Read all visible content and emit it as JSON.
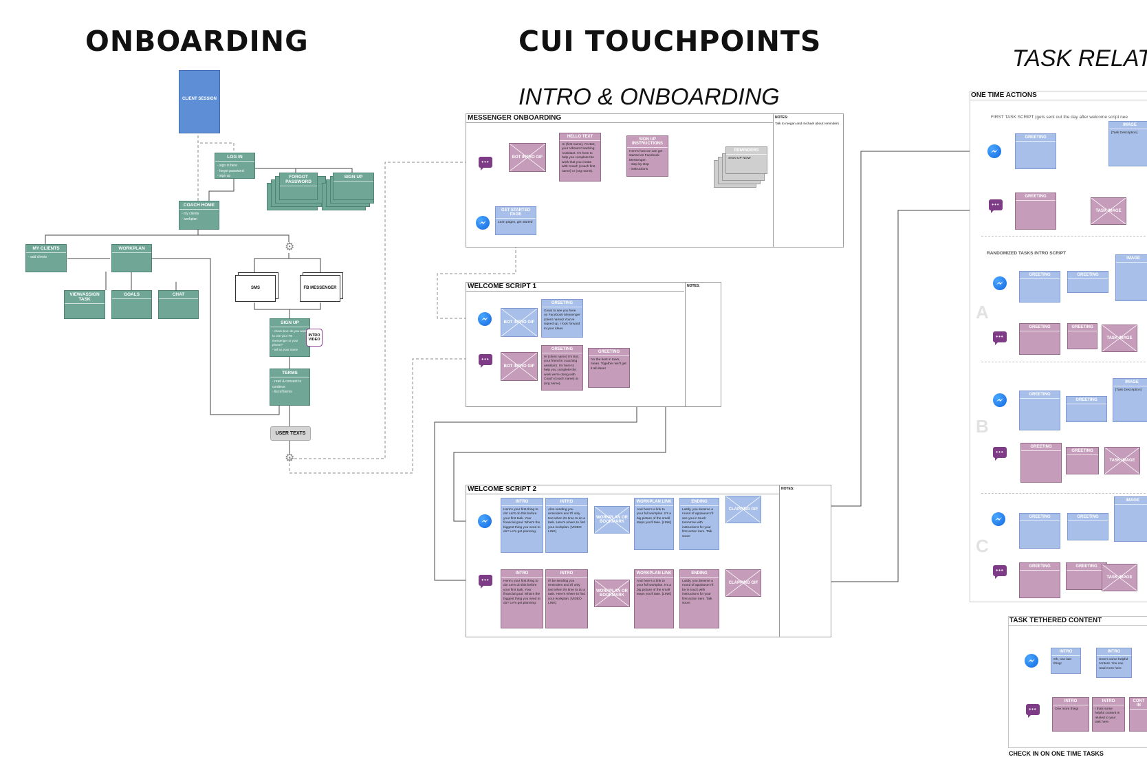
{
  "headings": {
    "onboarding": "ONBOARDING",
    "cui_touchpoints": "CUI TOUCHPOINTS",
    "intro_onboarding": "INTRO & ONBOARDING",
    "task_related": "TASK RELATE"
  },
  "flow": {
    "client_session": "CLIENT SESSION",
    "log_in": "LOG IN",
    "log_in_body": "- sign in here\n- forgot password\n- sign up",
    "forgot_password": "FORGOT PASSWORD",
    "sign_up": "SIGN UP",
    "coach_home": "COACH HOME",
    "coach_home_body": "- my clients\n- workplan",
    "my_clients": "MY CLIENTS",
    "my_clients_body": "- add clients",
    "workplan": "WORKPLAN",
    "view_assign_task": "VIEW/ASSIGN TASK",
    "goals": "GOALS",
    "chat": "CHAT",
    "sms": "SMS",
    "fb_messenger": "FB MESSENGER",
    "sign_up_2": "SIGN UP",
    "sign_up_2_body": "- check box: do you want to use your FB messenger or your phone?\n- tell us your name",
    "intro_video": "INTRO VIDEO",
    "terms": "TERMS",
    "terms_body": "- read & consent to continue\n- list of terms",
    "user_texts": "USER TEXTS"
  },
  "messenger_onboarding": {
    "title": "MESSENGER ONBOARDING",
    "notes_title": "NOTES:",
    "notes_body": "Talk to megan and michael about reminders",
    "bot_intro_gif": "BOT INTRO GIF",
    "hello_text": "HELLO TEXT",
    "hello_body": "Hi (first name), I'm Bot, your Vibrant Coaching Assistant. I'm here to help you complete the work that you create with Coach (coach first name) or (org name).",
    "sign_up_instructions": "SIGN UP INSTRUCTIONS",
    "sign_up_instructions_body": "Here's how we can get started on Facebook Messenger:\n- step by step\n- instructions",
    "reminders": "REMINDERS",
    "reminders_body": "SIGN UP NOW",
    "get_started_page": "GET STARTED PAGE",
    "get_started_body": "Lean pages, get started"
  },
  "welcome_script_1": {
    "title": "WELCOME SCRIPT 1",
    "notes_title": "NOTES:",
    "bot_intro_gif": "BOT INTRO GIF",
    "greeting": "GREETING",
    "greeting_body": "Great to see you here on Facebook Messenger (client name)! You've signed up. I look forward to your ideas",
    "greeting_b": "GREETING",
    "greeting_b_body": "Hi (client name) I'm Bot, your friend in coaching assistant. I'm here to help you complete the work we're doing with Coach (coach name) at (org name).",
    "greeting_c": "GREETING",
    "greeting_c_body": "I'm the best in town, mean. Together we'll get it all done!"
  },
  "welcome_script_2": {
    "title": "WELCOME SCRIPT 2",
    "notes_title": "NOTES:",
    "top": [
      {
        "h": "INTRO",
        "b": "Here's your first thing to do! Let's do this before your first task. Your financial goal. What's the biggest thing you need to do? Let's get planning."
      },
      {
        "h": "INTRO",
        "b": "Also sending you reminders and I'll only text when it's time to do a task. Here's where to find your workplan. [VIDEO LINK]"
      },
      {
        "h": "WORKPLAN OR BOOKMARK",
        "b": ""
      },
      {
        "h": "WORKPLAN LINK",
        "b": "And here's a link to your full workplan. It's a big picture of the small steps you'll take. [LINK]"
      },
      {
        "h": "ENDING",
        "b": "Lastly, you deserve a round of applause! I'll see you in touch tomorrow with instructions for your first action item. Talk soon!"
      },
      {
        "h": "CLAPPING GIF",
        "b": ""
      }
    ],
    "bottom": [
      {
        "h": "INTRO",
        "b": "Here's your first thing to do! Let's do this before your first task. Your financial goal. What's the biggest thing you need to do? Let's get planning."
      },
      {
        "h": "INTRO",
        "b": "I'll be sending you reminders and I'll only text when it's time to do a task. Here's where to find your workplan. [VIDEO LINK]"
      },
      {
        "h": "WORKPLAN OR BOOKMARK",
        "b": ""
      },
      {
        "h": "WORKPLAN LINK",
        "b": "And here's a link to your full workplan. It's a big picture of the small steps you'll take. [LINK]"
      },
      {
        "h": "ENDING",
        "b": "Lastly, you deserve a round of applause! I'll be in touch with instructions for your first action item. Talk soon!"
      },
      {
        "h": "CLAPPING GIF",
        "b": ""
      }
    ]
  },
  "one_time_actions": {
    "title": "ONE TIME ACTIONS",
    "first_task_script": "FIRST TASK SCRIPT (gets sent out the day after welcome script nee",
    "randomized": "RANDOMIZED TASKS INTRO SCRIPT",
    "greeting": "GREETING",
    "image": "IMAGE",
    "task_image": "TASK IMAGE",
    "task_description": "[Task Description]",
    "letters": [
      "A",
      "B",
      "C"
    ]
  },
  "task_tethered": {
    "title": "TASK TETHERED CONTENT",
    "intro": "INTRO",
    "intro_body_a": "Oh, one last thing!",
    "intro_body_b": "Here's some helpful content. You can read more here",
    "intro_body_c": "One more thing!",
    "intro_body_d": "I think some helpful content is related to your task here.",
    "cont": "CONT IN"
  },
  "check_in": "CHECK IN ON ONE TIME TASKS"
}
